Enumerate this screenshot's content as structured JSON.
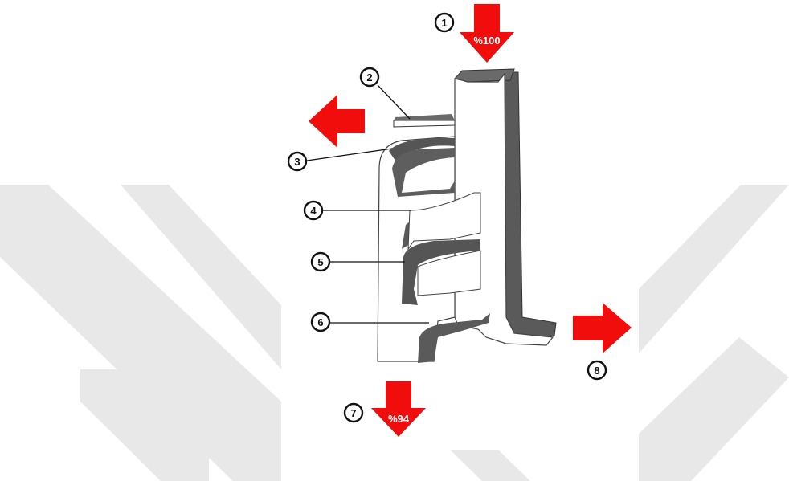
{
  "figure": {
    "flow_arrows": {
      "inlet": {
        "label": "%100",
        "color": "#f20d0d",
        "direction": "down"
      },
      "outlet_bottom": {
        "label": "%94",
        "color": "#f20d0d",
        "direction": "down"
      },
      "outlet_left": {
        "label": "",
        "color": "#f20d0d",
        "direction": "left"
      },
      "outlet_right": {
        "label": "",
        "color": "#f20d0d",
        "direction": "right"
      }
    },
    "callouts": [
      "1",
      "2",
      "3",
      "4",
      "5",
      "6",
      "7",
      "8"
    ],
    "colors": {
      "arrow": "#f20d0d",
      "wall": "#5a5a5a",
      "shadow": "#8a8a8a",
      "outline": "#333333",
      "watermark": "#e6e6e6"
    }
  }
}
